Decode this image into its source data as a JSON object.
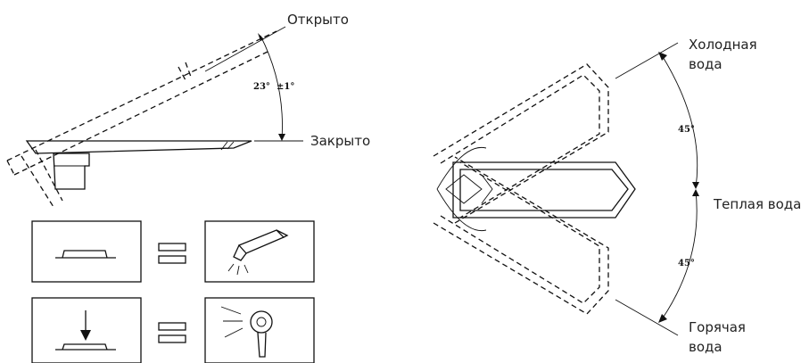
{
  "left_diagram": {
    "label_open": "Открыто",
    "label_closed": "Закрыто",
    "angle_value": "23°",
    "angle_tolerance": "±1°"
  },
  "right_diagram": {
    "label_cold_line1": "Холодная",
    "label_cold_line2": "вода",
    "label_warm": "Теплая вода",
    "label_hot_line1": "Горячая",
    "label_hot_line2": "вода",
    "angle_top": "45°",
    "angle_bottom": "45°"
  },
  "icons": [
    "lever-closed-icon",
    "equals-icon",
    "spout-icon",
    "lever-pressed-icon",
    "arrow-down-icon",
    "equals-icon",
    "hand-shower-icon"
  ]
}
